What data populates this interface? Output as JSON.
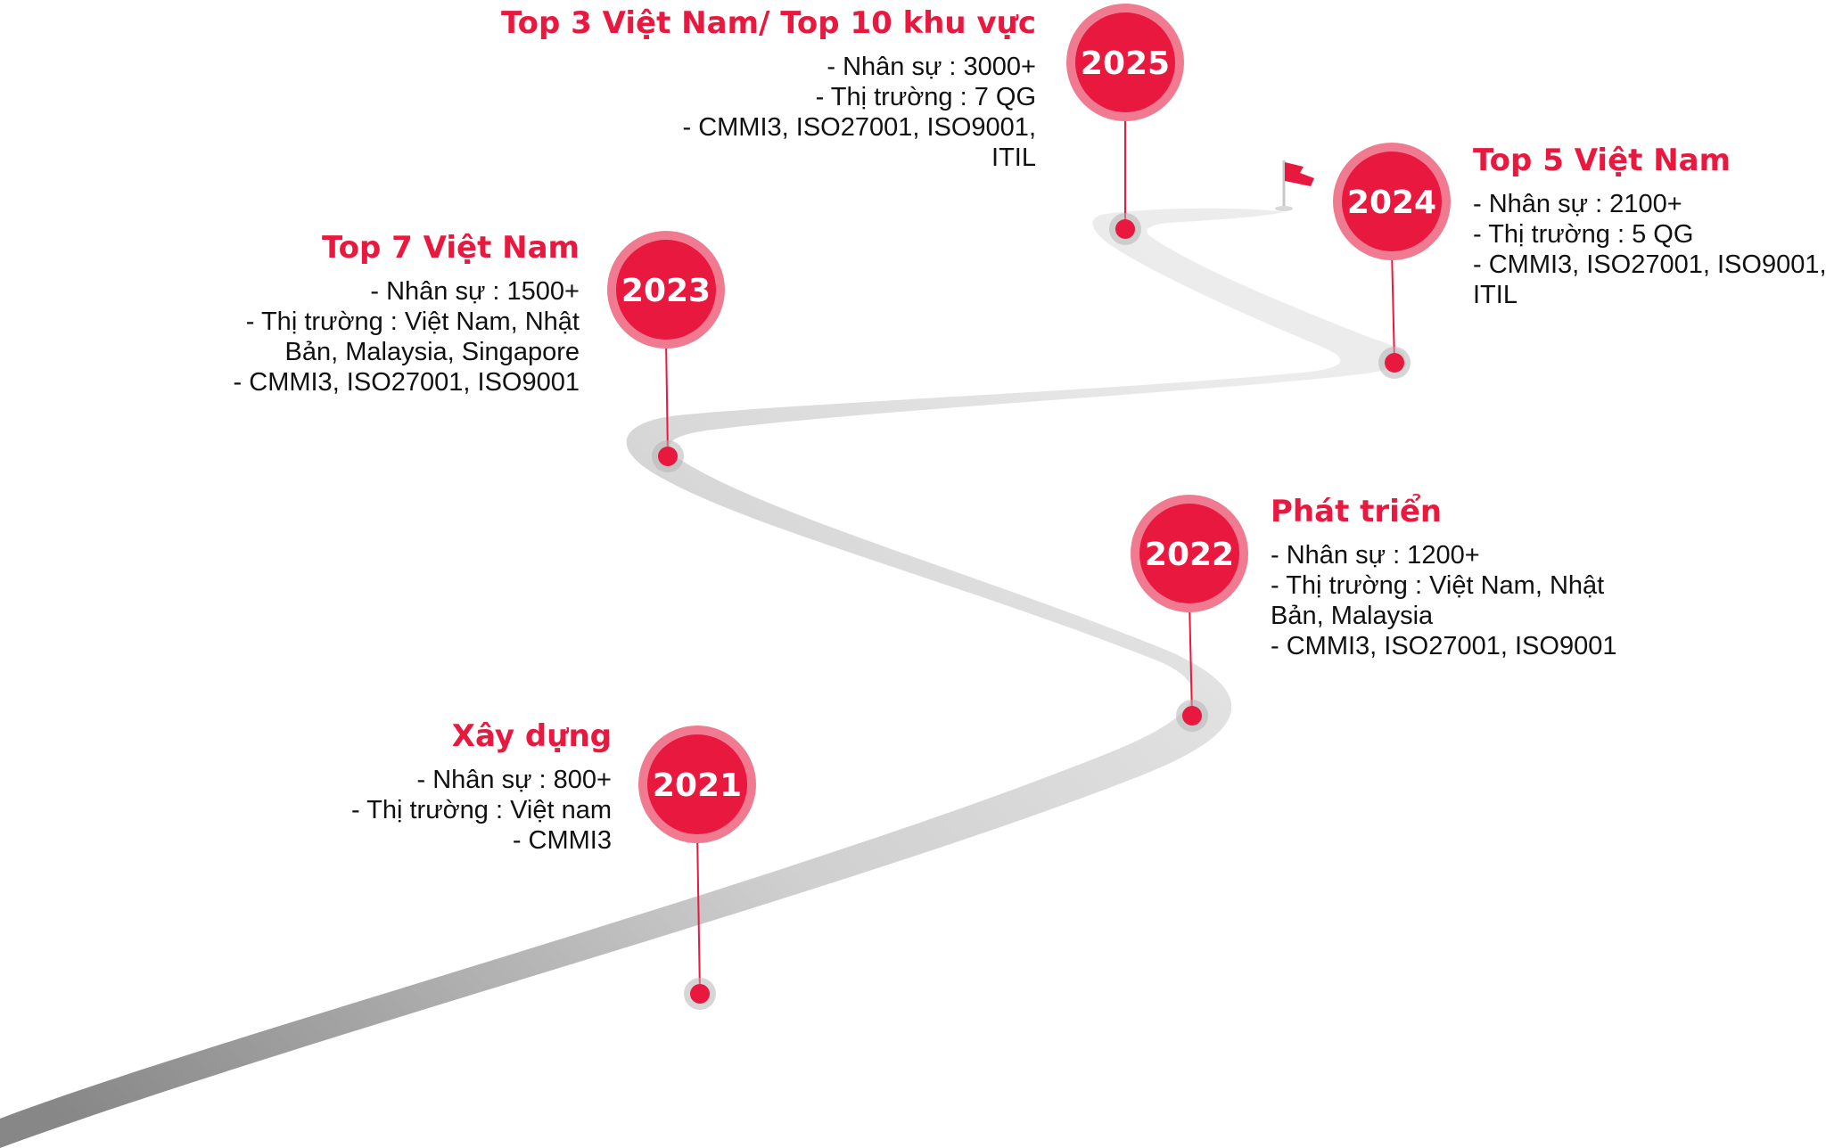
{
  "colors": {
    "accent": "#e8183f",
    "halo": "#f07a90",
    "road_light": "#e6e6e6",
    "road_dark": "#8c8c8c",
    "text": "#111111"
  },
  "milestones": [
    {
      "year": "2021",
      "title": "Xây dựng",
      "details": [
        "-  Nhân sự : 800+",
        "- Thị trường : Việt nam",
        "- CMMI3"
      ]
    },
    {
      "year": "2022",
      "title": "Phát triển",
      "details": [
        "- Nhân sự : 1200+",
        "- Thị trường : Việt Nam, Nhật",
        "Bản, Malaysia",
        "- CMMI3, ISO27001, ISO9001"
      ]
    },
    {
      "year": "2023",
      "title": "Top 7 Việt Nam",
      "details": [
        "- Nhân sự : 1500+",
        "- Thị trường : Việt Nam, Nhật",
        "Bản, Malaysia, Singapore",
        "- CMMI3, ISO27001, ISO9001"
      ]
    },
    {
      "year": "2024",
      "title": "Top 5 Việt Nam",
      "details": [
        "- Nhân sự : 2100+",
        "- Thị trường : 5 QG",
        "- CMMI3, ISO27001, ISO9001,",
        "ITIL"
      ]
    },
    {
      "year": "2025",
      "title": "Top 3 Việt Nam/ Top 10  khu vực",
      "details": [
        "- Nhân sự : 3000+",
        "- Thị trường : 7 QG",
        "- CMMI3, ISO27001, ISO9001,",
        "ITIL"
      ]
    }
  ]
}
